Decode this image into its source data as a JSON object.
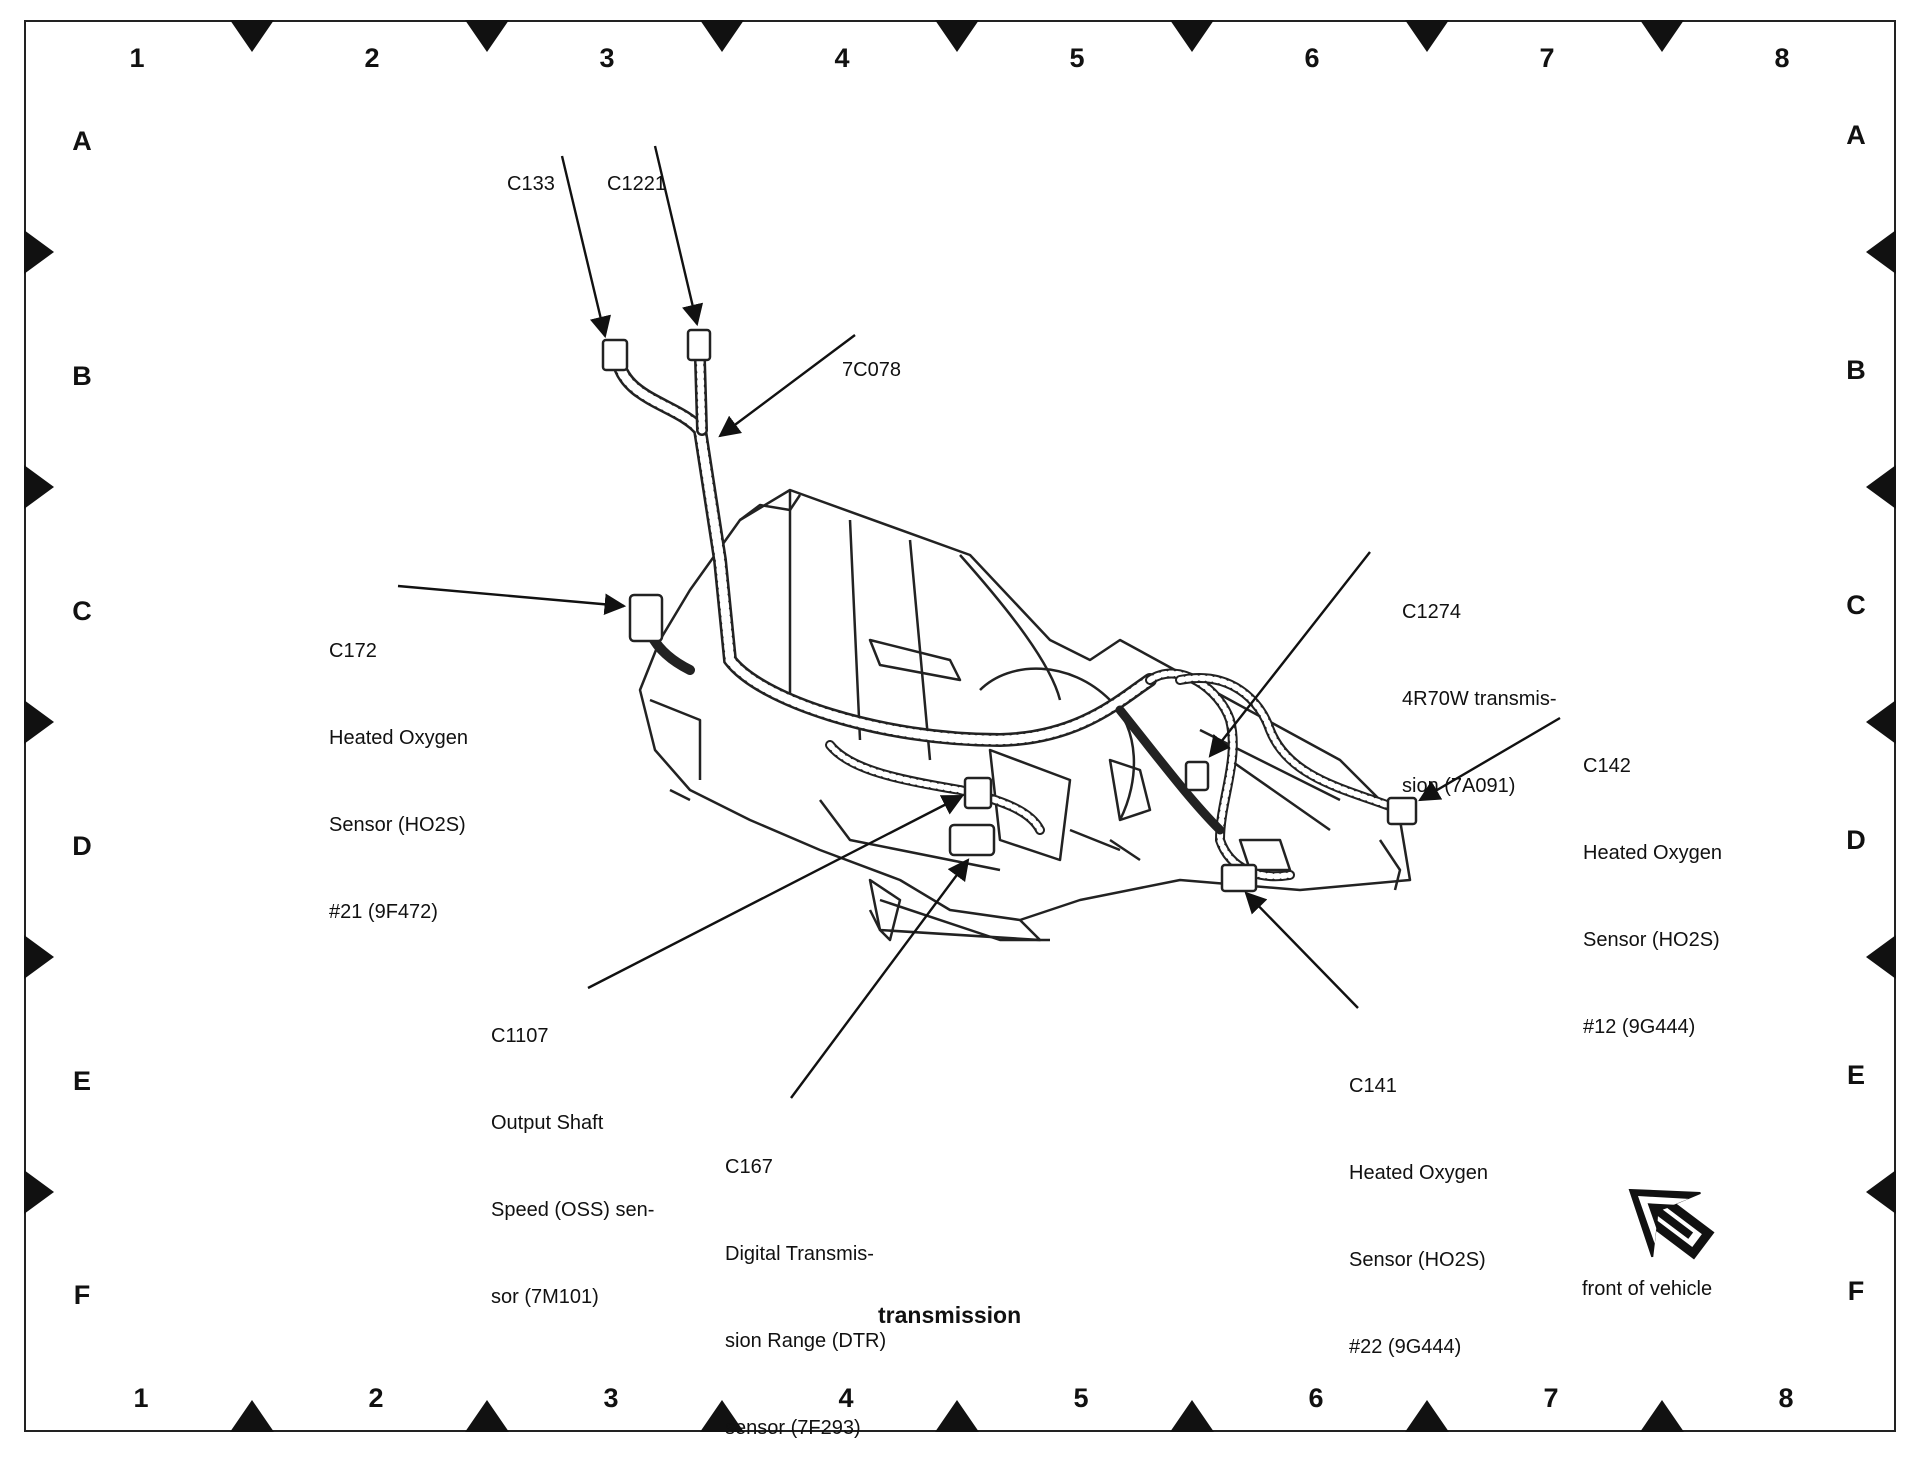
{
  "grid": {
    "columns": [
      "1",
      "2",
      "3",
      "4",
      "5",
      "6",
      "7",
      "8"
    ],
    "rows": [
      "A",
      "B",
      "C",
      "D",
      "E",
      "F"
    ]
  },
  "title": "transmission",
  "orientation": {
    "label": "front of vehicle",
    "icon": "arrow-upper-left-icon"
  },
  "callouts": [
    {
      "id": "C133",
      "lines": [
        "C133"
      ]
    },
    {
      "id": "C1221",
      "lines": [
        "C1221"
      ]
    },
    {
      "id": "7C078",
      "lines": [
        "7C078"
      ]
    },
    {
      "id": "C172",
      "lines": [
        "C172",
        "Heated Oxygen",
        "Sensor (HO2S)",
        "#21 (9F472)"
      ]
    },
    {
      "id": "C1274",
      "lines": [
        "C1274",
        "4R70W transmis-",
        "sion (7A091)"
      ]
    },
    {
      "id": "C142",
      "lines": [
        "C142",
        "Heated Oxygen",
        "Sensor (HO2S)",
        "#12 (9G444)"
      ]
    },
    {
      "id": "C1107",
      "lines": [
        "C1107",
        "Output Shaft",
        "Speed (OSS) sen-",
        "sor (7M101)"
      ]
    },
    {
      "id": "C141",
      "lines": [
        "C141",
        "Heated Oxygen",
        "Sensor (HO2S)",
        "#22 (9G444)"
      ]
    },
    {
      "id": "C167",
      "lines": [
        "C167",
        "Digital Transmis-",
        "sion Range (DTR)",
        "sensor (7F293)"
      ]
    }
  ]
}
